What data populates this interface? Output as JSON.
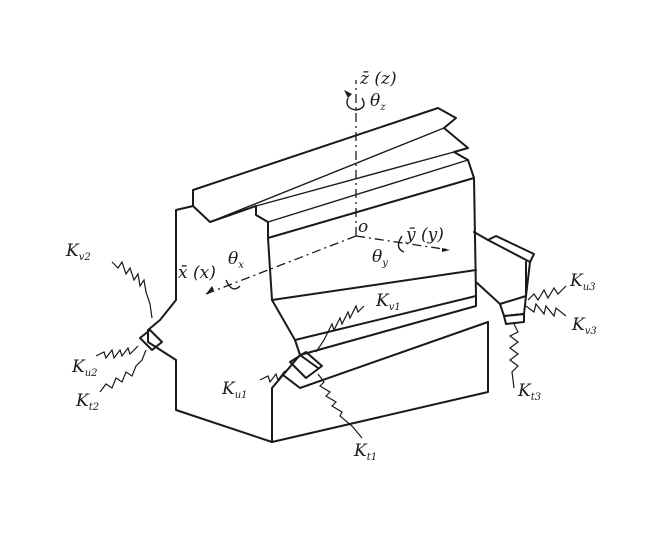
{
  "axes": {
    "z": {
      "vec": "z̄",
      "name": "(z)",
      "rot": "θ",
      "rot_sub": "z"
    },
    "x": {
      "vec": "x̄",
      "name": "(x)",
      "rot": "θ",
      "rot_sub": "x"
    },
    "y": {
      "vec": "ȳ",
      "name": "(y)",
      "rot": "θ",
      "rot_sub": "y"
    },
    "origin": "o"
  },
  "springs": [
    {
      "sym": "K",
      "sub": "v2"
    },
    {
      "sym": "K",
      "sub": "u2"
    },
    {
      "sym": "K",
      "sub": "t2"
    },
    {
      "sym": "K",
      "sub": "v1"
    },
    {
      "sym": "K",
      "sub": "u1"
    },
    {
      "sym": "K",
      "sub": "t1"
    },
    {
      "sym": "K",
      "sub": "u3"
    },
    {
      "sym": "K",
      "sub": "v3"
    },
    {
      "sym": "K",
      "sub": "t3"
    }
  ]
}
